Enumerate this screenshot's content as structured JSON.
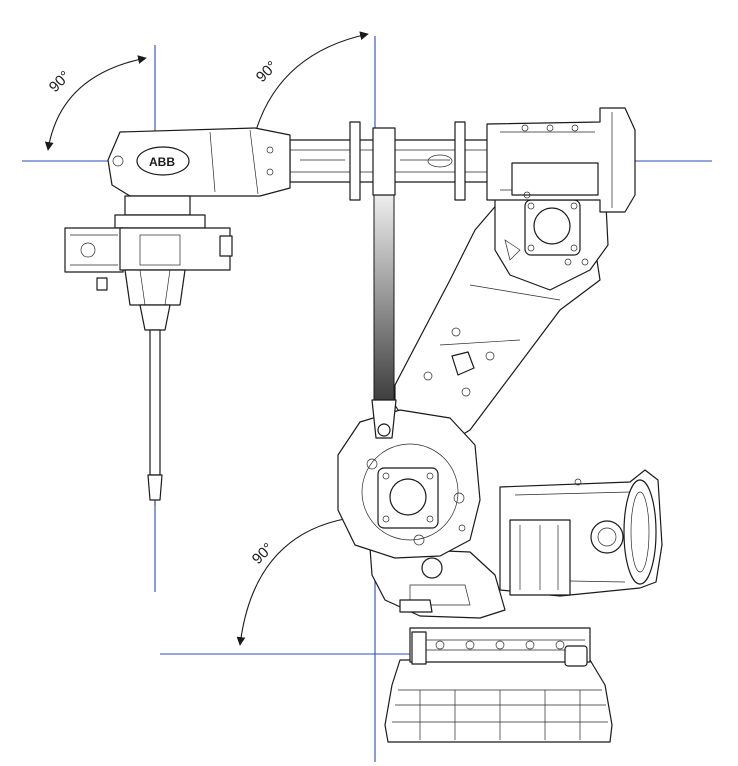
{
  "drawing": {
    "angles": [
      {
        "label": "90°"
      },
      {
        "label": "90°"
      },
      {
        "label": "90°"
      }
    ],
    "logo": {
      "text": "ABB"
    },
    "colors": {
      "reference_line": "#2a4bbf",
      "ink": "#1a1a1a",
      "background": "#ffffff"
    }
  }
}
